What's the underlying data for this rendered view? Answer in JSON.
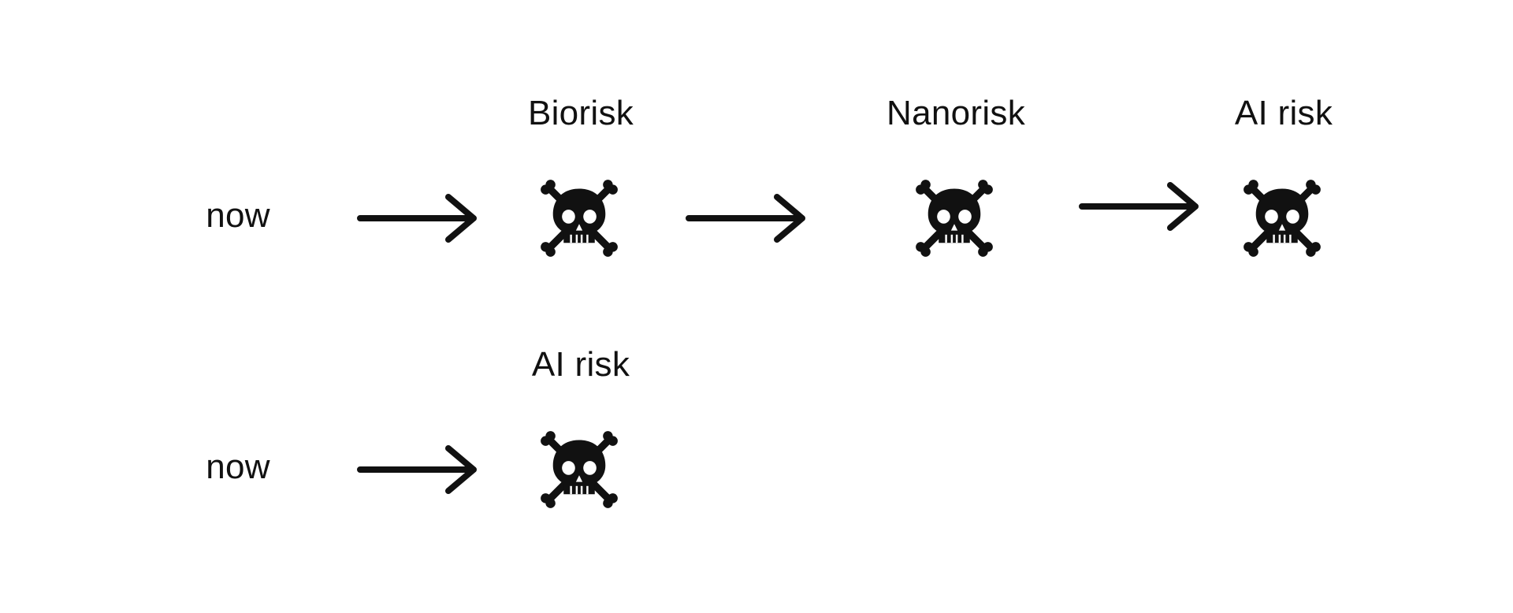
{
  "diagram": {
    "rows": [
      {
        "start_label": "now",
        "steps": [
          {
            "label": "Biorisk",
            "icon": "skull-and-crossbones-icon"
          },
          {
            "label": "Nanorisk",
            "icon": "skull-and-crossbones-icon"
          },
          {
            "label": "AI risk",
            "icon": "skull-and-crossbones-icon"
          }
        ]
      },
      {
        "start_label": "now",
        "steps": [
          {
            "label": "AI risk",
            "icon": "skull-and-crossbones-icon"
          }
        ]
      }
    ]
  },
  "colors": {
    "ink": "#111111",
    "background": "#ffffff"
  }
}
